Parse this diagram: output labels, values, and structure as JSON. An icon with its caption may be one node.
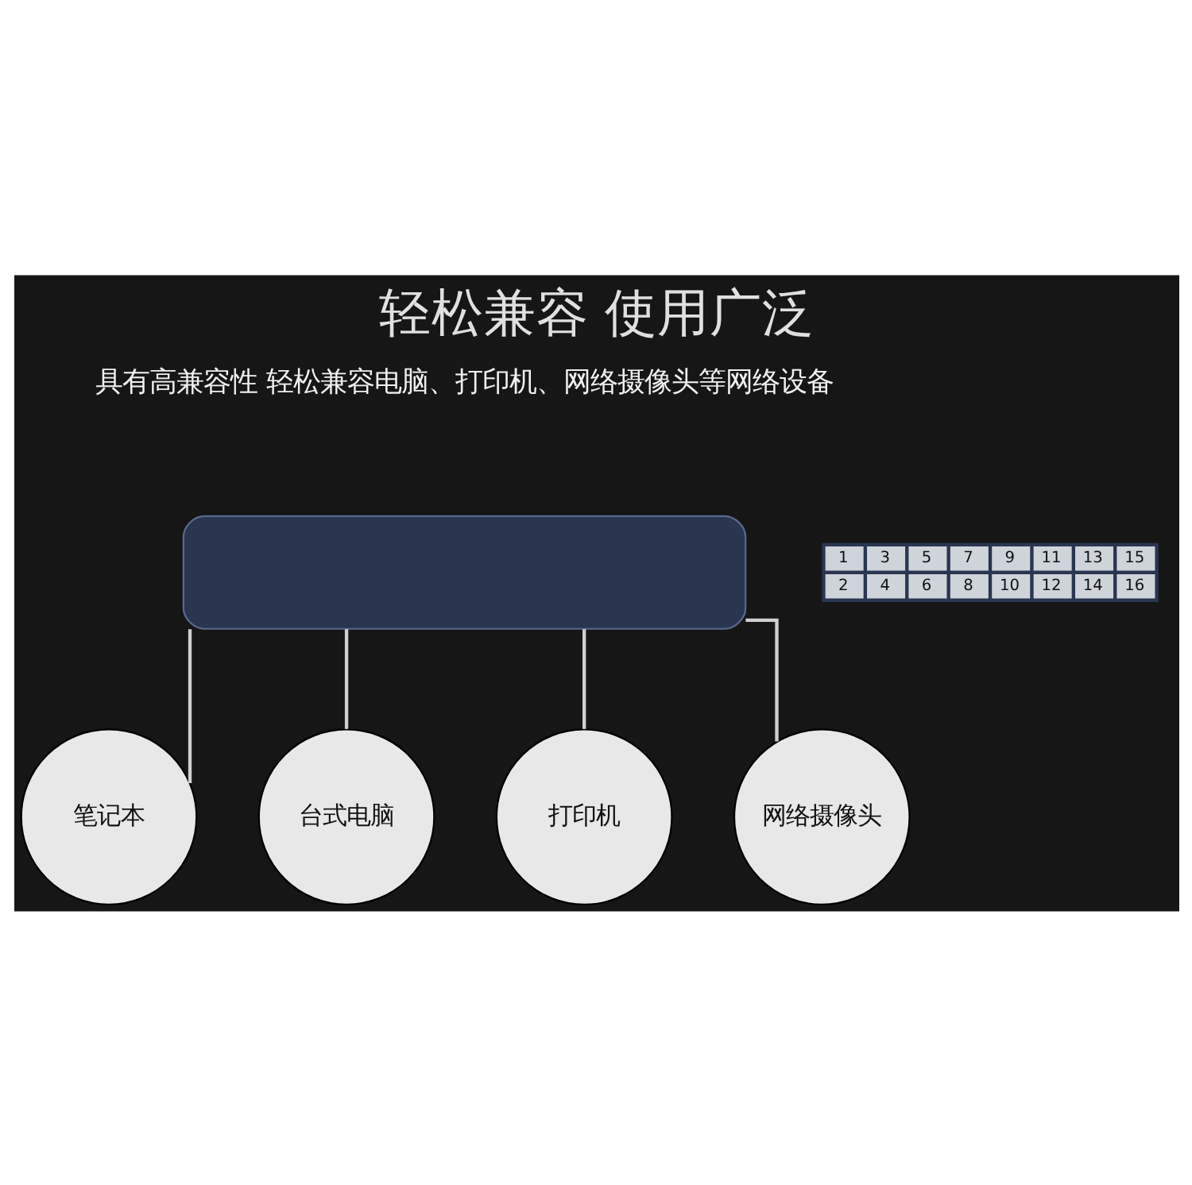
{
  "diagram": {
    "title": "轻松兼容 使用广泛",
    "nodes": [
      {
        "text": [],
        "shape": "box"
      },
      {
        "text": [
          "笔记本"
        ]
      },
      {
        "text": [
          "台式电脑"
        ]
      },
      {
        "text": [
          "打印机"
        ]
      },
      {
        "text": [
          "网络摄像头"
        ]
      }
    ],
    "edges": [
      {
        "from": 0,
        "to": 1,
        "arrow": "none"
      },
      {
        "from": 0,
        "to": 2,
        "arrow": "none"
      },
      {
        "from": 0,
        "to": 3,
        "arrow": "none"
      },
      {
        "from": 0,
        "to": 4,
        "arrow": "none"
      }
    ],
    "labels": [
      "具有高兼容性 轻松兼容电脑、打印机、网络摄像头等网络设备",
      "1",
      "3",
      "5",
      "7",
      "9",
      "11",
      "13",
      "15",
      "2",
      "4",
      "6",
      "8",
      "10",
      "12",
      "14",
      "16"
    ]
  }
}
